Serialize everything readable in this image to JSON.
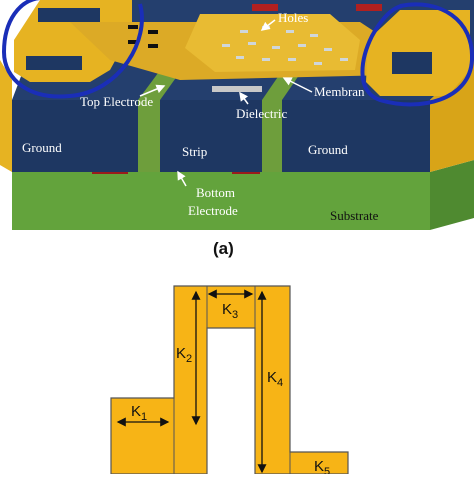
{
  "figure_a": {
    "caption": "(a)",
    "labels": {
      "holes": "Holes",
      "membrane": "Membran",
      "top_electrode": "Top Electrode",
      "dielectric": "Dielectric",
      "ground_left": "Ground",
      "strip": "Strip",
      "ground_right": "Ground",
      "bottom_electrode_line1": "Bottom",
      "bottom_electrode_line2": "Electrode",
      "substrate": "Substrate"
    },
    "colors": {
      "gold": "#e6b322",
      "navy": "#1e3762",
      "green": "#6e9e3c",
      "substrate": "#63a33c",
      "red_contact": "#9a1b1b",
      "annotation_blue": "#1a2eb8"
    }
  },
  "figure_b": {
    "k1": "K",
    "k1_sub": "1",
    "k2": "K",
    "k2_sub": "2",
    "k3": "K",
    "k3_sub": "3",
    "k4": "K",
    "k4_sub": "4",
    "k5": "K",
    "k5_sub": "5",
    "colors": {
      "fill": "#f7b416",
      "stroke": "#555555"
    }
  }
}
